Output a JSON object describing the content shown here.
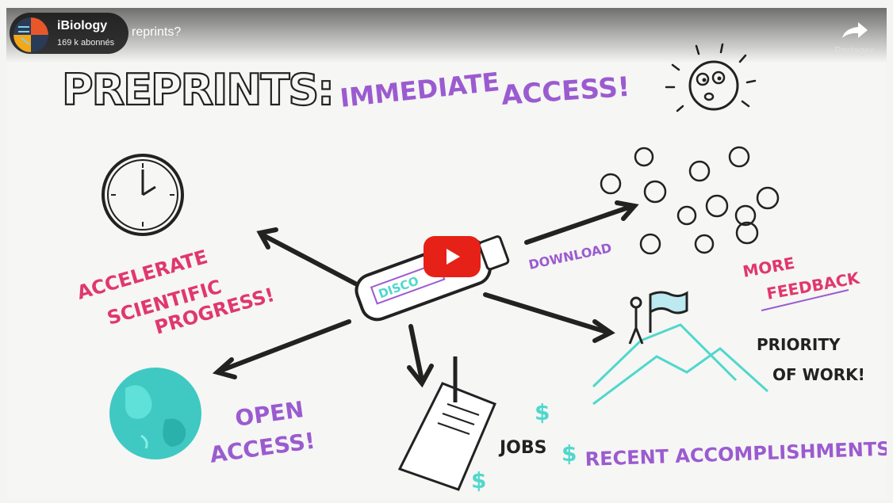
{
  "channel": {
    "name": "iBiology",
    "subscribers": "169 k abonnés"
  },
  "video": {
    "title": "reprints?"
  },
  "share": {
    "label": "Partager"
  },
  "whiteboard": {
    "headline": "PREPRINTS:",
    "immediate": "IMMEDIATE",
    "access": "ACCESS!",
    "accelerate": [
      "ACCELERATE",
      "SCIENTIFIC",
      "PROGRESS!"
    ],
    "open_access": [
      "OPEN",
      "ACCESS!"
    ],
    "download": "DOWNLOAD",
    "more_feedback": [
      "MORE",
      "FEEDBACK"
    ],
    "priority": [
      "PRIORITY",
      "OF WORK!"
    ],
    "jobs": "JOBS",
    "recent": "RECENT ACCOMPLISHMENTS!",
    "usb_label": "DISCO"
  },
  "colors": {
    "purple": "#9b5bd0",
    "pink": "#e0386c",
    "teal": "#4fd8cc",
    "play": "#e62117"
  }
}
